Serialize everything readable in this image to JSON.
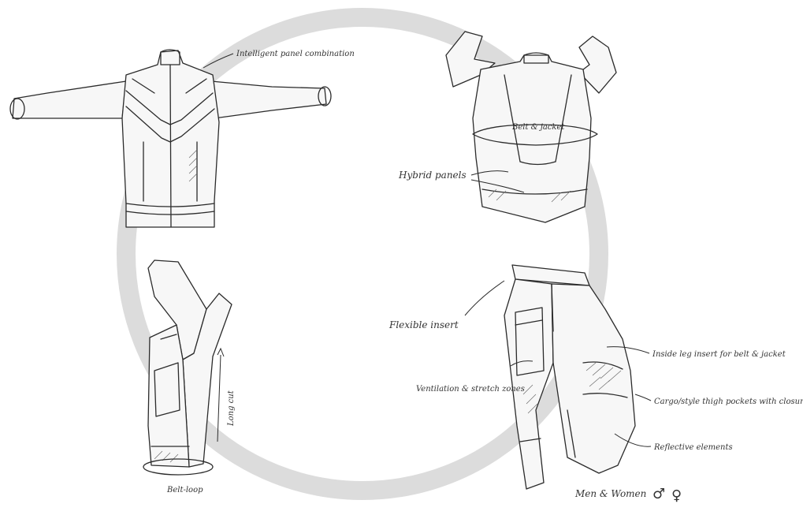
{
  "colors": {
    "ink": "#2b2b2b",
    "watermark_ring": "#d9d9d9",
    "background": "#ffffff"
  },
  "annotations": {
    "jacket_front": "Intelligent panel combination",
    "jacket_back_belt": "Belt & jacket",
    "hybrid_panels": "Hybrid panels",
    "pants_side_label": "Belt-loop",
    "pants_side_vertical": "Long cut",
    "flexible_insert": "Flexible insert",
    "ventilation": "Ventilation & stretch zones",
    "inside_leg": "Inside leg insert for belt & jacket",
    "cargo_pockets": "Cargo/style thigh pockets with closures",
    "reflective": "Reflective elements",
    "gender_text": "Men & Women"
  },
  "icons": {
    "male": "male-symbol-icon",
    "female": "female-symbol-icon"
  }
}
